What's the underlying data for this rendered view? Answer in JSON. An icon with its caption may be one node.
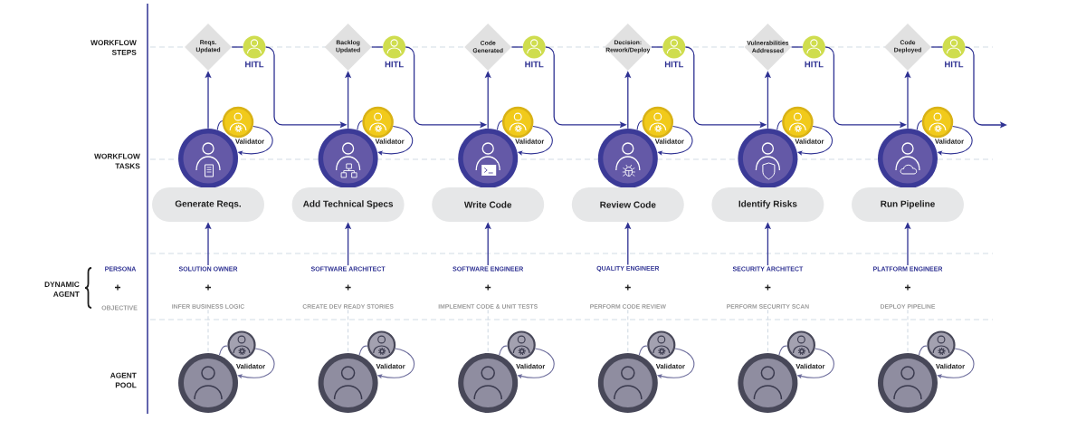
{
  "diagram": {
    "nodes": [
      {
        "text": [
          "Reqs. Updated"
        ]
      },
      {
        "text": [
          "HITL"
        ]
      },
      {
        "text": [
          "Validator"
        ]
      },
      {
        "text": [],
        "shape": "circle"
      },
      {
        "text": [
          "Generate Reqs."
        ]
      },
      {
        "text": [
          "SOLUTION OWNER",
          "+",
          "INFER BUSINESS LOGIC"
        ]
      },
      {
        "text": [
          "Validator"
        ]
      },
      {
        "text": [],
        "shape": "circle"
      },
      {
        "text": [
          "Backlog Updated"
        ]
      },
      {
        "text": [
          "HITL"
        ]
      },
      {
        "text": [
          "Validator"
        ]
      },
      {
        "text": [],
        "shape": "circle"
      },
      {
        "text": [
          "Add Technical Specs"
        ]
      },
      {
        "text": [
          "SOFTWARE ARCHITECT",
          "+",
          "CREATE DEV READY STORIES"
        ]
      },
      {
        "text": [
          "Validator"
        ]
      },
      {
        "text": [],
        "shape": "circle"
      },
      {
        "text": [
          "Code Generated"
        ]
      },
      {
        "text": [
          "HITL"
        ]
      },
      {
        "text": [
          "Validator"
        ]
      },
      {
        "text": [],
        "shape": "circle"
      },
      {
        "text": [
          "Write Code"
        ]
      },
      {
        "text": [
          "SOFTWARE ENGINEER",
          "+",
          "IMPLEMENT CODE & UNIT TESTS"
        ]
      },
      {
        "text": [
          "Validator"
        ]
      },
      {
        "text": [],
        "shape": "circle"
      },
      {
        "text": [
          "Decision: Rework/Deploy"
        ]
      },
      {
        "text": [
          "HITL"
        ]
      },
      {
        "text": [
          "Validator"
        ]
      },
      {
        "text": [],
        "shape": "circle"
      },
      {
        "text": [
          "Review Code"
        ]
      },
      {
        "text": [
          "QUALITY ENGINEER",
          "+",
          "PERFORM CODE REVIEW"
        ]
      },
      {
        "text": [
          "Validator"
        ]
      },
      {
        "text": [],
        "shape": "circle"
      },
      {
        "text": [
          "Vulnerabilities Addressed"
        ]
      },
      {
        "text": [
          "HITL"
        ]
      },
      {
        "text": [
          "Validator"
        ]
      },
      {
        "text": [],
        "shape": "circle"
      },
      {
        "text": [
          "Identify Risks"
        ]
      },
      {
        "text": [
          "SECURITY ARCHITECT",
          "+",
          "PERFORM SECURITY SCAN"
        ]
      },
      {
        "text": [
          "Validator"
        ]
      },
      {
        "text": [],
        "shape": "circle"
      },
      {
        "text": [
          "Code Deployed"
        ]
      },
      {
        "text": [
          "HITL"
        ]
      },
      {
        "text": [
          "Validator"
        ]
      },
      {
        "text": [],
        "shape": "circle"
      },
      {
        "text": [
          "Run Pipeline"
        ]
      },
      {
        "text": [
          "PLATFORM ENGINEER",
          "+",
          "DEPLOY PIPELINE"
        ]
      },
      {
        "text": [
          "Validator"
        ]
      },
      {
        "text": [],
        "shape": "circle"
      }
    ],
    "edges": [
      {
        "from": 3,
        "to": 0,
        "arrow": "to"
      },
      {
        "from": 0,
        "to": 1,
        "arrow": "none"
      },
      {
        "from": 1,
        "to": 11,
        "arrow": "to"
      },
      {
        "from": 3,
        "to": 2,
        "arrow": "none"
      },
      {
        "from": 2,
        "to": 3,
        "arrow": "to"
      },
      {
        "from": 5,
        "to": 4,
        "arrow": "to"
      },
      {
        "from": 5,
        "to": 7,
        "arrow": "none",
        "style": "dashed",
        "color": "#cdd7e1"
      },
      {
        "from": 7,
        "to": 6,
        "arrow": "none",
        "color": "#6b6b9b"
      },
      {
        "from": 6,
        "to": 7,
        "arrow": "to",
        "color": "#6b6b9b"
      },
      {
        "from": 11,
        "to": 8,
        "arrow": "to"
      },
      {
        "from": 8,
        "to": 9,
        "arrow": "none"
      },
      {
        "from": 9,
        "to": 19,
        "arrow": "to"
      },
      {
        "from": 11,
        "to": 10,
        "arrow": "none"
      },
      {
        "from": 10,
        "to": 11,
        "arrow": "to"
      },
      {
        "from": 13,
        "to": 12,
        "arrow": "to"
      },
      {
        "from": 13,
        "to": 15,
        "arrow": "none",
        "style": "dashed",
        "color": "#cdd7e1"
      },
      {
        "from": 15,
        "to": 14,
        "arrow": "none",
        "color": "#6b6b9b"
      },
      {
        "from": 14,
        "to": 15,
        "arrow": "to",
        "color": "#6b6b9b"
      },
      {
        "from": 19,
        "to": 16,
        "arrow": "to"
      },
      {
        "from": 16,
        "to": 17,
        "arrow": "none"
      },
      {
        "from": 17,
        "to": 27,
        "arrow": "to"
      },
      {
        "from": 19,
        "to": 18,
        "arrow": "none"
      },
      {
        "from": 18,
        "to": 19,
        "arrow": "to"
      },
      {
        "from": 21,
        "to": 20,
        "arrow": "to"
      },
      {
        "from": 21,
        "to": 23,
        "arrow": "none",
        "style": "dashed",
        "color": "#cdd7e1"
      },
      {
        "from": 23,
        "to": 22,
        "arrow": "none",
        "color": "#6b6b9b"
      },
      {
        "from": 22,
        "to": 23,
        "arrow": "to",
        "color": "#6b6b9b"
      },
      {
        "from": 27,
        "to": 24,
        "arrow": "to"
      },
      {
        "from": 24,
        "to": 25,
        "arrow": "none"
      },
      {
        "from": 25,
        "to": 35,
        "arrow": "to"
      },
      {
        "from": 27,
        "to": 26,
        "arrow": "none"
      },
      {
        "from": 26,
        "to": 27,
        "arrow": "to"
      },
      {
        "from": 29,
        "to": 28,
        "arrow": "to"
      },
      {
        "from": 29,
        "to": 31,
        "arrow": "none",
        "style": "dashed",
        "color": "#cdd7e1"
      },
      {
        "from": 31,
        "to": 30,
        "arrow": "none",
        "color": "#6b6b9b"
      },
      {
        "from": 30,
        "to": 31,
        "arrow": "to",
        "color": "#6b6b9b"
      },
      {
        "from": 35,
        "to": 32,
        "arrow": "to"
      },
      {
        "from": 32,
        "to": 33,
        "arrow": "none"
      },
      {
        "from": 33,
        "to": 43,
        "arrow": "to"
      },
      {
        "from": 35,
        "to": 34,
        "arrow": "none"
      },
      {
        "from": 34,
        "to": 35,
        "arrow": "to"
      },
      {
        "from": 37,
        "to": 36,
        "arrow": "to"
      },
      {
        "from": 37,
        "to": 39,
        "arrow": "none",
        "style": "dashed",
        "color": "#cdd7e1"
      },
      {
        "from": 39,
        "to": 38,
        "arrow": "none",
        "color": "#6b6b9b"
      },
      {
        "from": 38,
        "to": 39,
        "arrow": "to",
        "color": "#6b6b9b"
      },
      {
        "from": 43,
        "to": 40,
        "arrow": "to"
      },
      {
        "from": 40,
        "to": 41,
        "arrow": "none"
      },
      {
        "from": 41,
        "to": null,
        "arrow": "to"
      },
      {
        "from": 43,
        "to": 42,
        "arrow": "none"
      },
      {
        "from": 42,
        "to": 43,
        "arrow": "to"
      },
      {
        "from": 45,
        "to": 44,
        "arrow": "to"
      },
      {
        "from": 45,
        "to": 47,
        "arrow": "none",
        "style": "dashed",
        "color": "#cdd7e1"
      },
      {
        "from": 47,
        "to": 46,
        "arrow": "none",
        "color": "#6b6b9b"
      },
      {
        "from": 46,
        "to": 47,
        "arrow": "to",
        "color": "#6b6b9b"
      }
    ],
    "labels": [
      "WORKFLOW STEPS",
      "WORKFLOW TASKS",
      "DYNAMIC AGENT",
      "PERSONA",
      "+",
      "OBJECTIVE",
      "AGENT POOL"
    ]
  }
}
